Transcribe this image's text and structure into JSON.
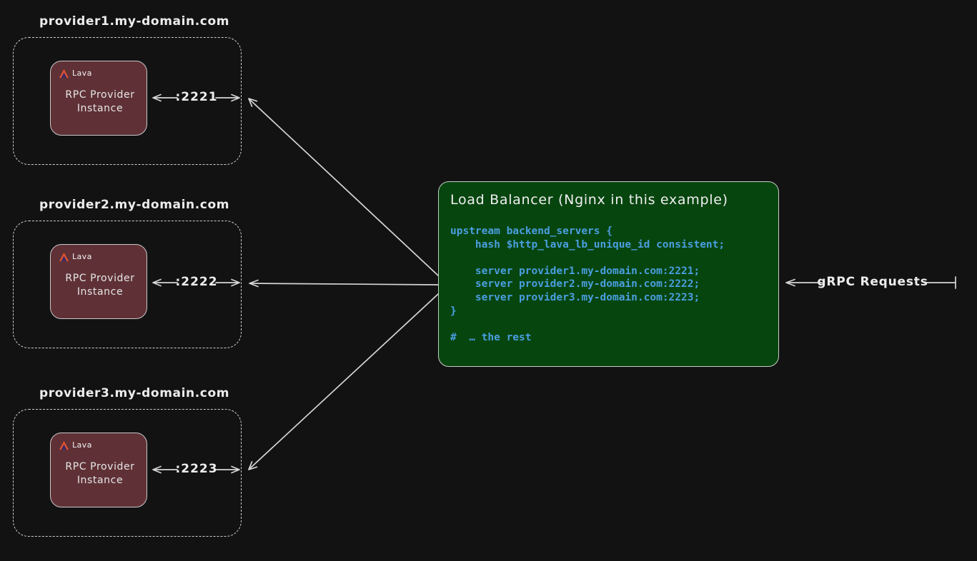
{
  "diagram": {
    "providers": [
      {
        "domain": "provider1.my-domain.com",
        "port_label": ":2221",
        "logo_text": "Lava",
        "instance_label": "RPC Provider\nInstance"
      },
      {
        "domain": "provider2.my-domain.com",
        "port_label": ":2222",
        "logo_text": "Lava",
        "instance_label": "RPC Provider\nInstance"
      },
      {
        "domain": "provider3.my-domain.com",
        "port_label": ":2223",
        "logo_text": "Lava",
        "instance_label": "RPC Provider\nInstance"
      }
    ],
    "load_balancer": {
      "title": "Load Balancer (Nginx in this example)",
      "code": "upstream backend_servers {\n    hash $http_lava_lb_unique_id consistent;\n\n    server provider1.my-domain.com:2221;\n    server provider2.my-domain.com:2222;\n    server provider3.my-domain.com:2223;\n}\n\n#  … the rest"
    },
    "grpc_arrow_label": "gRPC Requests",
    "colors": {
      "background": "#121212",
      "provider_card_fill": "#5f3136",
      "load_balancer_fill": "#07450f",
      "code_text": "#4a9ee0",
      "line_stroke": "#d6d6d6",
      "lava_logo_orange": "#e8542f",
      "lava_logo_purple": "#3b2a66"
    }
  }
}
